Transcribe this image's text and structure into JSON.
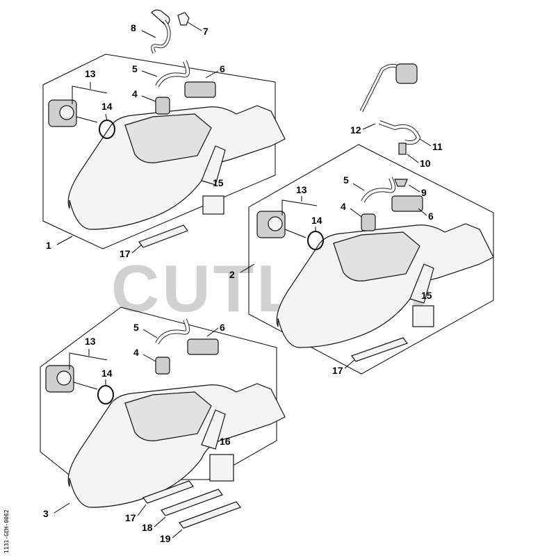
{
  "watermark": "CUTLERY",
  "reference": "1131-GEH-0062",
  "labels": {
    "top": {
      "p7": "7",
      "p8": "8"
    },
    "panel1": {
      "p1": "1",
      "p4": "4",
      "p5": "5",
      "p6": "6",
      "p13": "13",
      "p14": "14",
      "p15": "15",
      "p17": "17"
    },
    "panel2": {
      "p2": "2",
      "p4": "4",
      "p5": "5",
      "p6": "6",
      "p9": "9",
      "p10": "10",
      "p11": "11",
      "p12": "12",
      "p13": "13",
      "p14": "14",
      "p15": "15",
      "p17": "17"
    },
    "panel3": {
      "p3": "3",
      "p4": "4",
      "p5": "5",
      "p6": "6",
      "p13": "13",
      "p14": "14",
      "p16": "16",
      "p17": "17",
      "p18": "18",
      "p19": "19"
    }
  }
}
